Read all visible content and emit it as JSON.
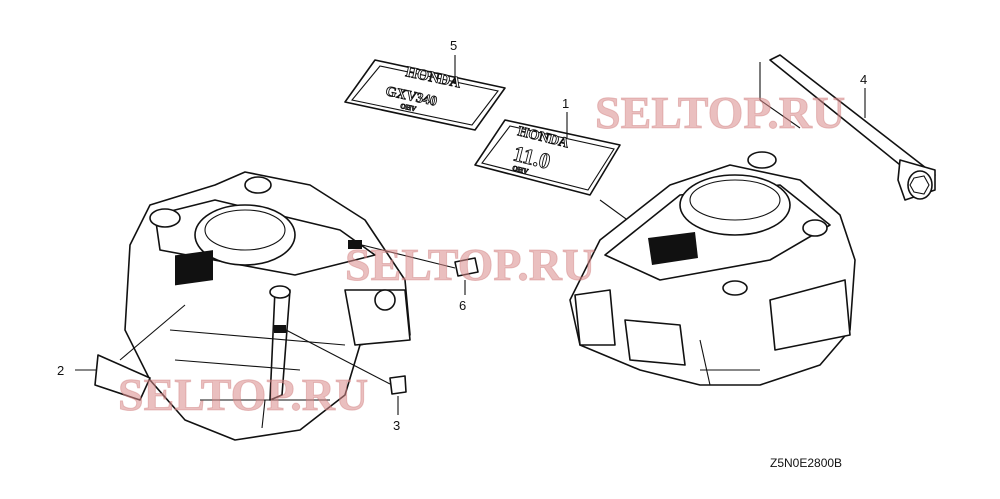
{
  "callouts": [
    "1",
    "2",
    "3",
    "4",
    "5",
    "6"
  ],
  "decal_5": {
    "brand": "HONDA",
    "model": "GXV340",
    "sub": "OHV"
  },
  "decal_1": {
    "brand": "HONDA",
    "model": "11.0",
    "sub": "OHV"
  },
  "watermarks": [
    "SELTOP.RU",
    "SELTOP.RU",
    "SELTOP.RU"
  ],
  "diagram_code": "Z5N0E2800B"
}
